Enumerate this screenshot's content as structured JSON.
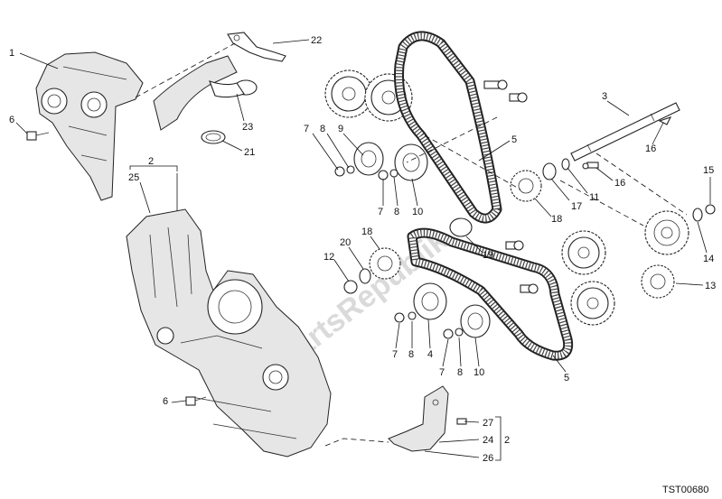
{
  "callouts": [
    {
      "id": "c1",
      "label": "1"
    },
    {
      "id": "c6a",
      "label": "6"
    },
    {
      "id": "c2top",
      "label": "2"
    },
    {
      "id": "c25",
      "label": "25"
    },
    {
      "id": "c22",
      "label": "22"
    },
    {
      "id": "c23",
      "label": "23"
    },
    {
      "id": "c21",
      "label": "21"
    },
    {
      "id": "c7a",
      "label": "7"
    },
    {
      "id": "c8a",
      "label": "8"
    },
    {
      "id": "c9",
      "label": "9"
    },
    {
      "id": "c7b",
      "label": "7"
    },
    {
      "id": "c8b",
      "label": "8"
    },
    {
      "id": "c10a",
      "label": "10"
    },
    {
      "id": "c5a",
      "label": "5"
    },
    {
      "id": "c3",
      "label": "3"
    },
    {
      "id": "c16a",
      "label": "16"
    },
    {
      "id": "c16b",
      "label": "16"
    },
    {
      "id": "c11",
      "label": "11"
    },
    {
      "id": "c17",
      "label": "17"
    },
    {
      "id": "c18a",
      "label": "18"
    },
    {
      "id": "c15",
      "label": "15"
    },
    {
      "id": "c14",
      "label": "14"
    },
    {
      "id": "c13",
      "label": "13"
    },
    {
      "id": "c19",
      "label": "19"
    },
    {
      "id": "c18b",
      "label": "18"
    },
    {
      "id": "c20",
      "label": "20"
    },
    {
      "id": "c12",
      "label": "12"
    },
    {
      "id": "c7c",
      "label": "7"
    },
    {
      "id": "c8c",
      "label": "8"
    },
    {
      "id": "c4",
      "label": "4"
    },
    {
      "id": "c7d",
      "label": "7"
    },
    {
      "id": "c8d",
      "label": "8"
    },
    {
      "id": "c10b",
      "label": "10"
    },
    {
      "id": "c5b",
      "label": "5"
    },
    {
      "id": "c6b",
      "label": "6"
    },
    {
      "id": "c27",
      "label": "27"
    },
    {
      "id": "c24",
      "label": "24"
    },
    {
      "id": "c26",
      "label": "26"
    },
    {
      "id": "c2bot",
      "label": "2"
    }
  ],
  "doc_code": "TST00680",
  "watermark": "PartsRepublik",
  "colors": {
    "line": "#222222",
    "shade": "#e6e6e6",
    "watermark": "#bdbdbd"
  }
}
